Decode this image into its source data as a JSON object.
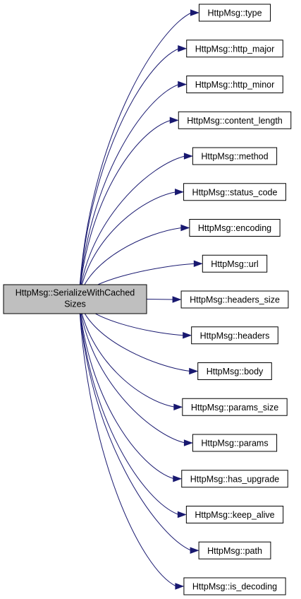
{
  "root": {
    "label_line1": "HttpMsg::SerializeWithCached",
    "label_line2": "Sizes"
  },
  "callees": [
    {
      "label": "HttpMsg::type"
    },
    {
      "label": "HttpMsg::http_major"
    },
    {
      "label": "HttpMsg::http_minor"
    },
    {
      "label": "HttpMsg::content_length"
    },
    {
      "label": "HttpMsg::method"
    },
    {
      "label": "HttpMsg::status_code"
    },
    {
      "label": "HttpMsg::encoding"
    },
    {
      "label": "HttpMsg::url"
    },
    {
      "label": "HttpMsg::headers_size"
    },
    {
      "label": "HttpMsg::headers"
    },
    {
      "label": "HttpMsg::body"
    },
    {
      "label": "HttpMsg::params_size"
    },
    {
      "label": "HttpMsg::params"
    },
    {
      "label": "HttpMsg::has_upgrade"
    },
    {
      "label": "HttpMsg::keep_alive"
    },
    {
      "label": "HttpMsg::path"
    },
    {
      "label": "HttpMsg::is_decoding"
    }
  ],
  "colors": {
    "root_fill": "#bfbfbf",
    "node_fill": "#ffffff",
    "node_border": "#000000",
    "edge": "#191970"
  }
}
